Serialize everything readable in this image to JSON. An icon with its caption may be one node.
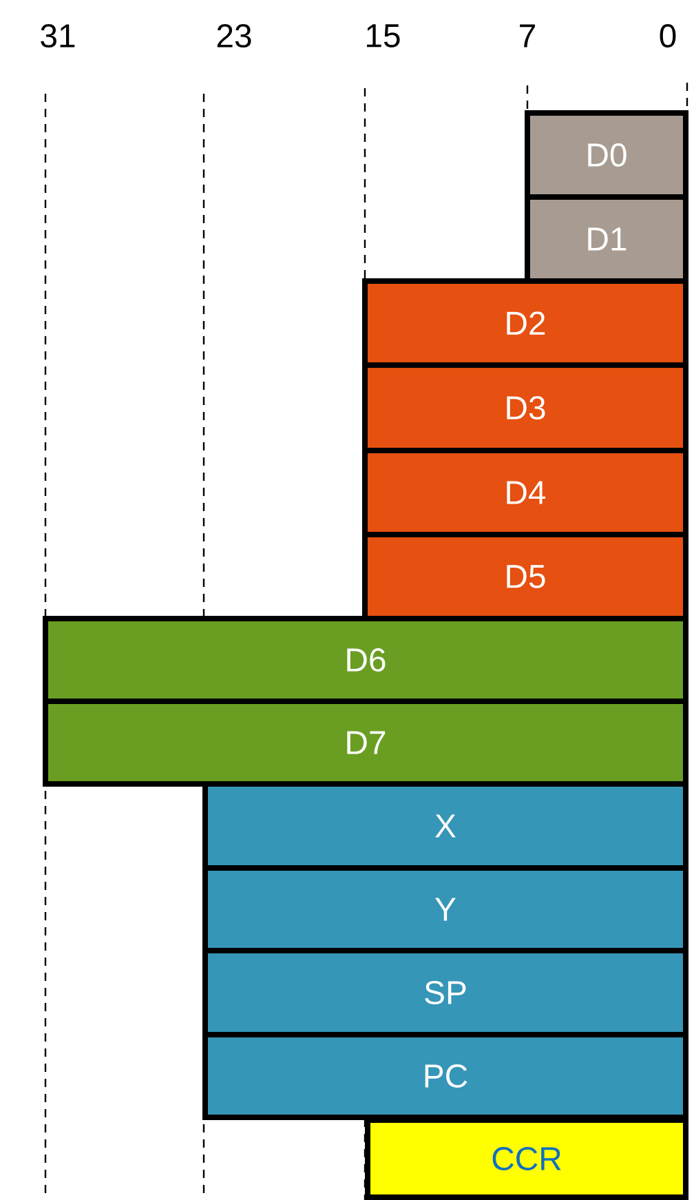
{
  "diagram": {
    "nodes": [
      {
        "text": [
          "D0"
        ]
      },
      {
        "text": [
          "D1"
        ]
      },
      {
        "text": [
          "D2"
        ]
      },
      {
        "text": [
          "D3"
        ]
      },
      {
        "text": [
          "D4"
        ]
      },
      {
        "text": [
          "D5"
        ]
      },
      {
        "text": [
          "D6"
        ]
      },
      {
        "text": [
          "D7"
        ]
      },
      {
        "text": [
          "X"
        ]
      },
      {
        "text": [
          "Y"
        ]
      },
      {
        "text": [
          "SP"
        ]
      },
      {
        "text": [
          "PC"
        ]
      },
      {
        "text": [
          "CCR"
        ]
      }
    ],
    "labels": [
      "31",
      "23",
      "15",
      "7",
      "0"
    ]
  }
}
